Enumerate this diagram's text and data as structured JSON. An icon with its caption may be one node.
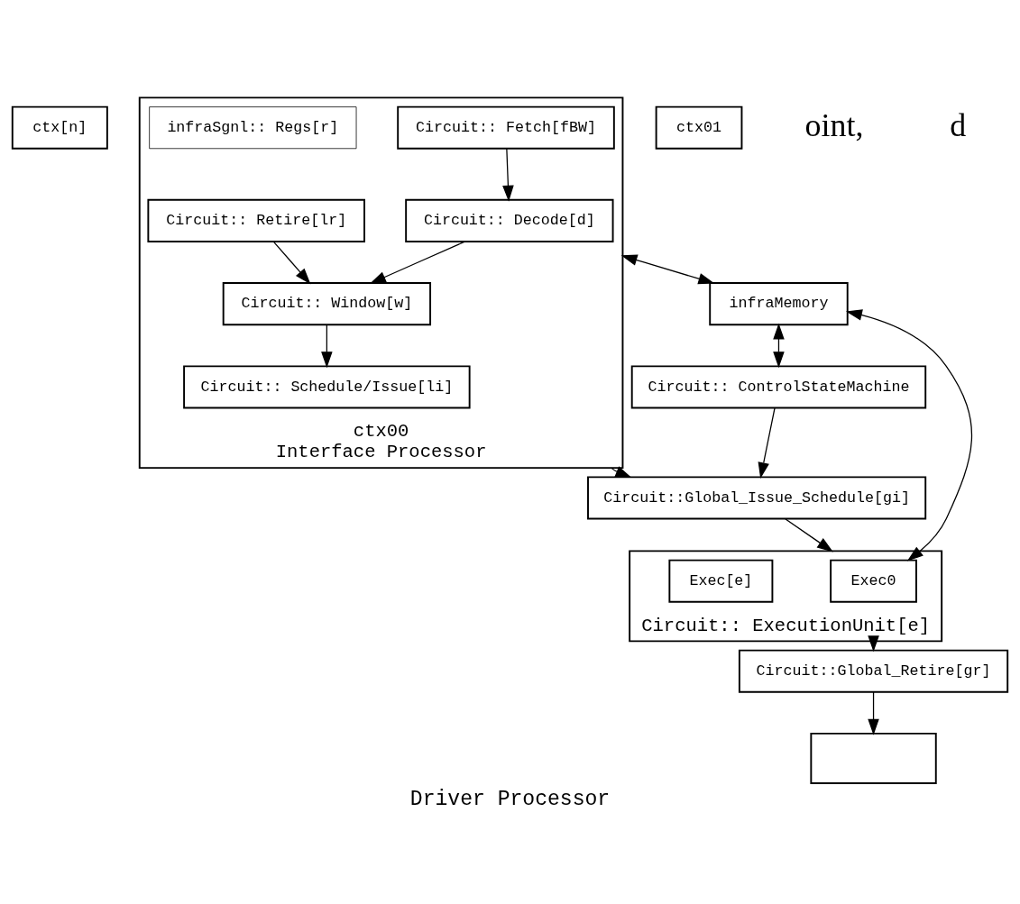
{
  "diagram": {
    "caption": "Driver Processor",
    "nodes": [
      {
        "text": [
          "ctx[n]"
        ]
      },
      {
        "text": [],
        "shape": "box"
      },
      {
        "text": [
          "ctx01"
        ]
      },
      {
        "text": [
          "ctx00",
          "Interface Processor"
        ]
      },
      {
        "text": [
          "Circuit:: Decode[d]"
        ],
        "in": 3
      },
      {
        "text": [
          "Circuit:: Window[w]"
        ],
        "in": 3
      },
      {
        "text": [
          "Circuit:: Retire[lr]"
        ],
        "in": 3
      },
      {
        "text": [
          "Circuit:: Fetch[fBW]"
        ],
        "in": 3
      },
      {
        "text": [
          "Circuit:: Schedule/Issue[li]"
        ],
        "in": 3
      },
      {
        "text": [
          "infraSgnl:: Regs[r]"
        ],
        "in": 3
      },
      {
        "text": [
          "Circuit::Global_Issue_Schedule[gi]"
        ]
      },
      {
        "text": [
          "Circuit:: ExecutionUnit[e]"
        ]
      },
      {
        "text": [
          "Exec0"
        ],
        "in": 11
      },
      {
        "text": [
          "Exec[e]"
        ],
        "in": 11
      },
      {
        "text": [
          "Circuit::Global_Retire[gr]"
        ]
      },
      {
        "text": [
          "infraMemory"
        ]
      },
      {
        "text": [
          "Circuit:: ControlStateMachine"
        ]
      }
    ],
    "edges": [
      {
        "from": 4,
        "to": 5,
        "arrow": "to"
      },
      {
        "from": 6,
        "to": 5,
        "arrow": "to"
      },
      {
        "from": 7,
        "to": 4,
        "arrow": "to"
      },
      {
        "from": 5,
        "to": 8,
        "arrow": "to"
      },
      {
        "from": 3,
        "to": 10,
        "arrow": "to"
      },
      {
        "from": 10,
        "to": 11,
        "arrow": "to"
      },
      {
        "from": 11,
        "to": 14,
        "arrow": "to"
      },
      {
        "from": 14,
        "to": 1,
        "arrow": "to"
      },
      {
        "from": 16,
        "to": 10,
        "arrow": "to"
      },
      {
        "from": 3,
        "to": 15,
        "arrow": "both"
      },
      {
        "from": 15,
        "to": 12,
        "arrow": "both"
      },
      {
        "from": 15,
        "to": 16,
        "arrow": "both"
      }
    ],
    "labels": [
      "oint,",
      "d"
    ]
  }
}
